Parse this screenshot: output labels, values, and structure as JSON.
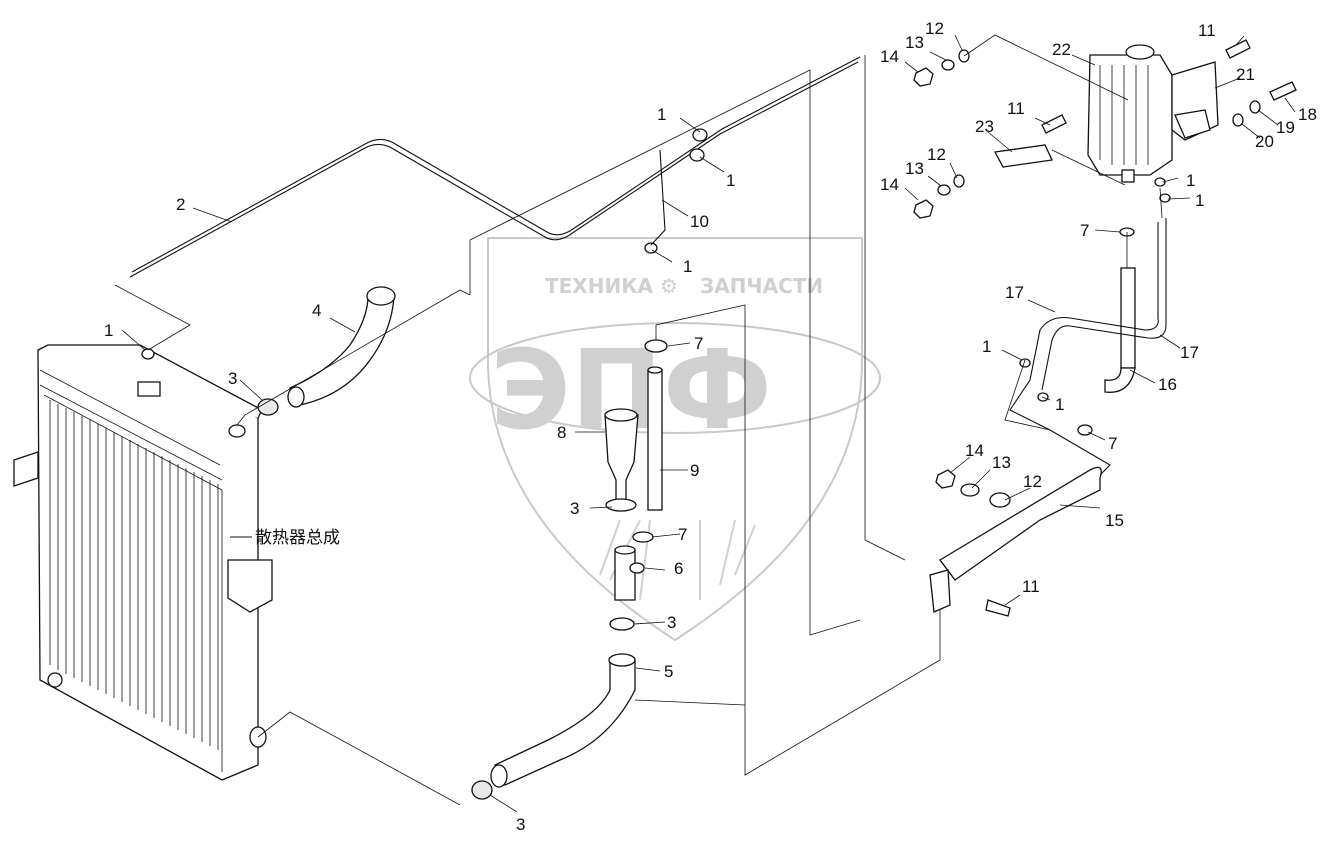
{
  "watermark": {
    "top_left": "ТЕХНИКА",
    "top_right": "ЗАПЧАСТИ",
    "logo": "ЭПФ"
  },
  "assembly_label": "散热器总成",
  "callouts": [
    {
      "id": "c1a",
      "text": "1"
    },
    {
      "id": "c1b",
      "text": "1"
    },
    {
      "id": "c1c",
      "text": "1"
    },
    {
      "id": "c1d",
      "text": "1"
    },
    {
      "id": "c1e",
      "text": "1"
    },
    {
      "id": "c1f",
      "text": "1"
    },
    {
      "id": "c1g",
      "text": "1"
    },
    {
      "id": "c1h",
      "text": "1"
    },
    {
      "id": "c2",
      "text": "2"
    },
    {
      "id": "c3a",
      "text": "3"
    },
    {
      "id": "c3b",
      "text": "3"
    },
    {
      "id": "c3c",
      "text": "3"
    },
    {
      "id": "c3d",
      "text": "3"
    },
    {
      "id": "c4",
      "text": "4"
    },
    {
      "id": "c5",
      "text": "5"
    },
    {
      "id": "c6",
      "text": "6"
    },
    {
      "id": "c7a",
      "text": "7"
    },
    {
      "id": "c7b",
      "text": "7"
    },
    {
      "id": "c7c",
      "text": "7"
    },
    {
      "id": "c7d",
      "text": "7"
    },
    {
      "id": "c8",
      "text": "8"
    },
    {
      "id": "c9",
      "text": "9"
    },
    {
      "id": "c10",
      "text": "10"
    },
    {
      "id": "c11a",
      "text": "11"
    },
    {
      "id": "c11b",
      "text": "11"
    },
    {
      "id": "c11c",
      "text": "11"
    },
    {
      "id": "c12a",
      "text": "12"
    },
    {
      "id": "c12b",
      "text": "12"
    },
    {
      "id": "c12c",
      "text": "12"
    },
    {
      "id": "c13a",
      "text": "13"
    },
    {
      "id": "c13b",
      "text": "13"
    },
    {
      "id": "c13c",
      "text": "13"
    },
    {
      "id": "c14a",
      "text": "14"
    },
    {
      "id": "c14b",
      "text": "14"
    },
    {
      "id": "c14c",
      "text": "14"
    },
    {
      "id": "c15",
      "text": "15"
    },
    {
      "id": "c16",
      "text": "16"
    },
    {
      "id": "c17a",
      "text": "17"
    },
    {
      "id": "c17b",
      "text": "17"
    },
    {
      "id": "c18",
      "text": "18"
    },
    {
      "id": "c19",
      "text": "19"
    },
    {
      "id": "c20",
      "text": "20"
    },
    {
      "id": "c21",
      "text": "21"
    },
    {
      "id": "c22",
      "text": "22"
    },
    {
      "id": "c23",
      "text": "23"
    }
  ]
}
